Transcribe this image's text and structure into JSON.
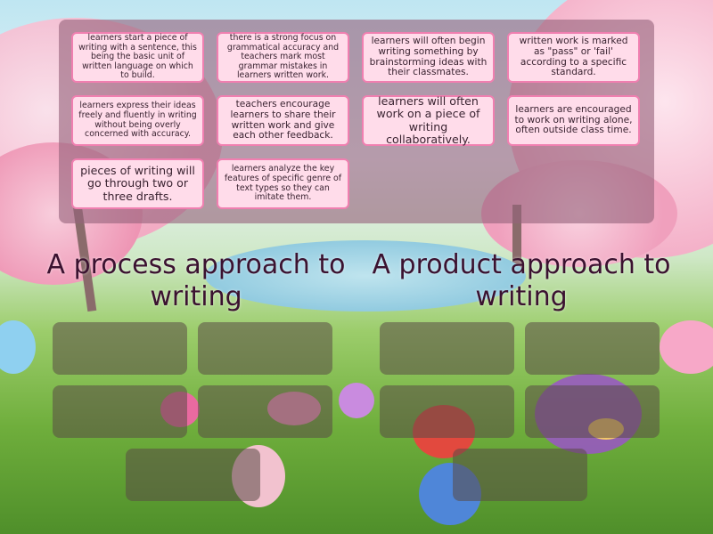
{
  "cards": [
    {
      "text": "learners start a piece of writing with a sentence, this being the basic unit of written language on which to build."
    },
    {
      "text": "there is a strong focus on grammatical accuracy and teachers mark most grammar mistakes in learners written work."
    },
    {
      "text": "learners will often begin writing something by brainstorming ideas with their classmates."
    },
    {
      "text": "written work is marked as \"pass\" or 'fail' according to a specific standard."
    },
    {
      "text": "learners express their ideas freely and fluently in writing without being overly concerned with accuracy."
    },
    {
      "text": "teachers encourage learners to share their written work and give each other feedback."
    },
    {
      "text": "learners will often work on a piece of writing collaboratively."
    },
    {
      "text": "learners are encouraged to work on writing alone, often outside class time."
    },
    {
      "text": "pieces of writing will go through two or three drafts."
    },
    {
      "text": "learners analyze the key features of specific genre of text types so they can imitate them."
    }
  ],
  "categories": [
    {
      "title": "A process approach to writing",
      "slots": 5
    },
    {
      "title": "A product approach to writing",
      "slots": 5
    }
  ]
}
